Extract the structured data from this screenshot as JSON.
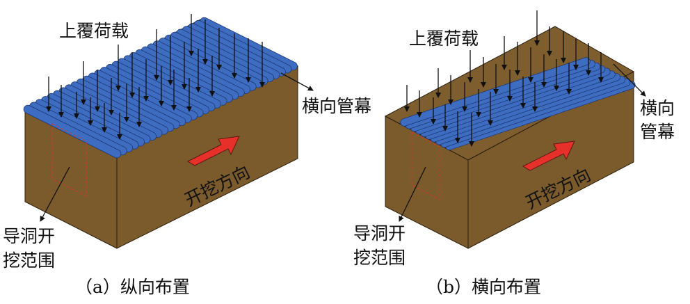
{
  "colors": {
    "soil": "#7b5a2c",
    "soil_edge": "#2a1d0c",
    "pipe": "#3d6cc0",
    "pipe_edge": "#1c3670",
    "arrow_red": "#e8302a",
    "dash_red": "#d9362a"
  },
  "panel_a": {
    "load_label": "上覆荷载",
    "pipe_label": "横向管幕",
    "heading_label": "导洞开",
    "heading_label_2": "挖范围",
    "direction_label": "开挖方向",
    "caption": "（a）纵向布置"
  },
  "panel_b": {
    "load_label": "上覆荷载",
    "pipe_label": "横向",
    "pipe_label_2": "管幕",
    "heading_label": "导洞开",
    "heading_label_2": "挖范围",
    "direction_label": "开挖方向",
    "caption": "（b）横向布置"
  }
}
